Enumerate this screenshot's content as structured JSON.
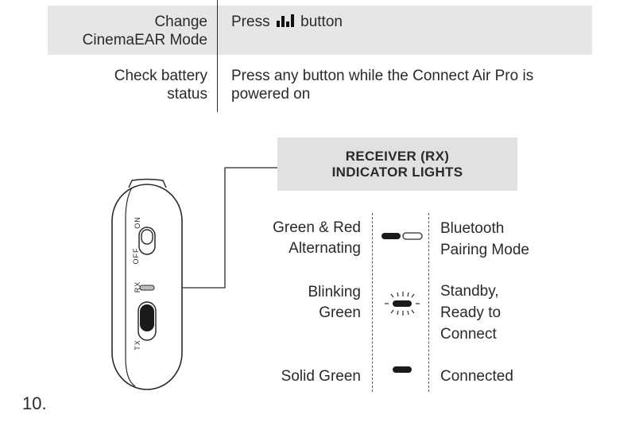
{
  "table": {
    "rows": [
      {
        "action": [
          "Change",
          "CinemaEAR Mode"
        ],
        "instruction_before": "Press",
        "instruction_after": "button",
        "icon": "equalizer-bars-icon"
      },
      {
        "action": [
          "Check battery",
          "status"
        ],
        "instruction": [
          "Press any button while the Connect Air Pro is",
          "powered on"
        ]
      }
    ]
  },
  "receiver_header": {
    "line1": "RECEIVER (RX)",
    "line2": "INDICATOR LIGHTS"
  },
  "device": {
    "switch_labels": {
      "on": "ON",
      "off": "OFF",
      "rx": "RX",
      "tx": "TX"
    }
  },
  "indicators": [
    {
      "light": [
        "Green & Red",
        "Alternating"
      ],
      "icon": "green-red-alternating-light-icon",
      "meaning": [
        "Bluetooth",
        "Pairing Mode"
      ]
    },
    {
      "light": [
        "Blinking",
        "Green"
      ],
      "icon": "blinking-green-light-icon",
      "meaning": [
        "Standby,",
        "Ready to",
        "Connect"
      ]
    },
    {
      "light": [
        "Solid Green"
      ],
      "icon": "solid-green-light-icon",
      "meaning": [
        "Connected"
      ]
    }
  ],
  "page_number": "10.",
  "colors": {
    "ink": "#2a2a2a",
    "table_shade": "#e6e6e6",
    "header_shade": "#e1e1e1"
  }
}
